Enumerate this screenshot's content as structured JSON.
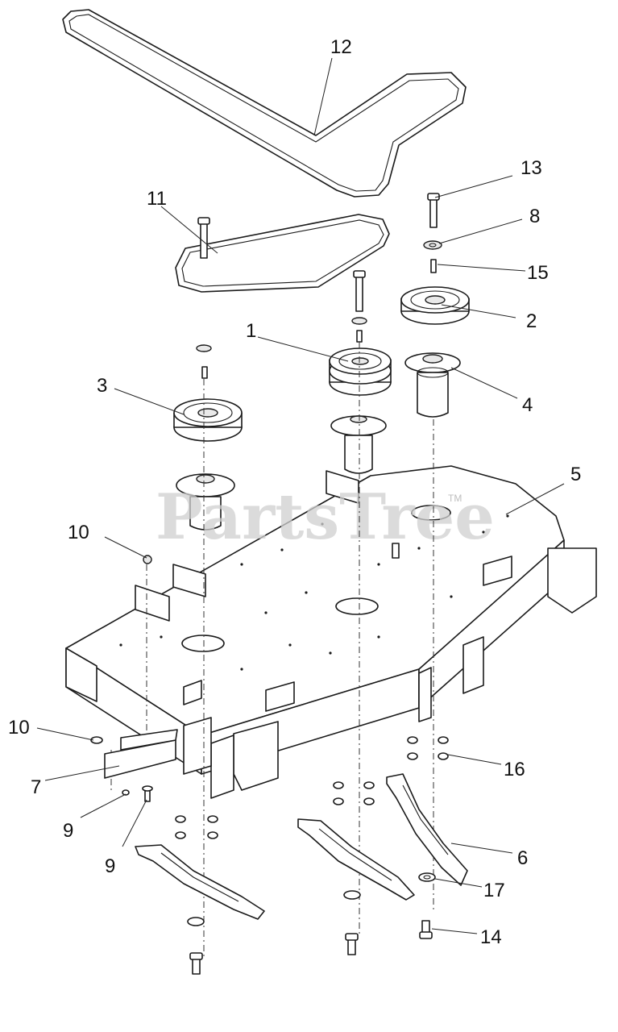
{
  "watermark": {
    "text": "PartsTree",
    "tm": "TM"
  },
  "callouts": {
    "c1": "1",
    "c2": "2",
    "c3": "3",
    "c4": "4",
    "c5": "5",
    "c6": "6",
    "c7": "7",
    "c8": "8",
    "c9a": "9",
    "c9b": "9",
    "c10a": "10",
    "c10b": "10",
    "c11": "11",
    "c12": "12",
    "c13": "13",
    "c14": "14",
    "c15": "15",
    "c16": "16",
    "c17": "17"
  }
}
